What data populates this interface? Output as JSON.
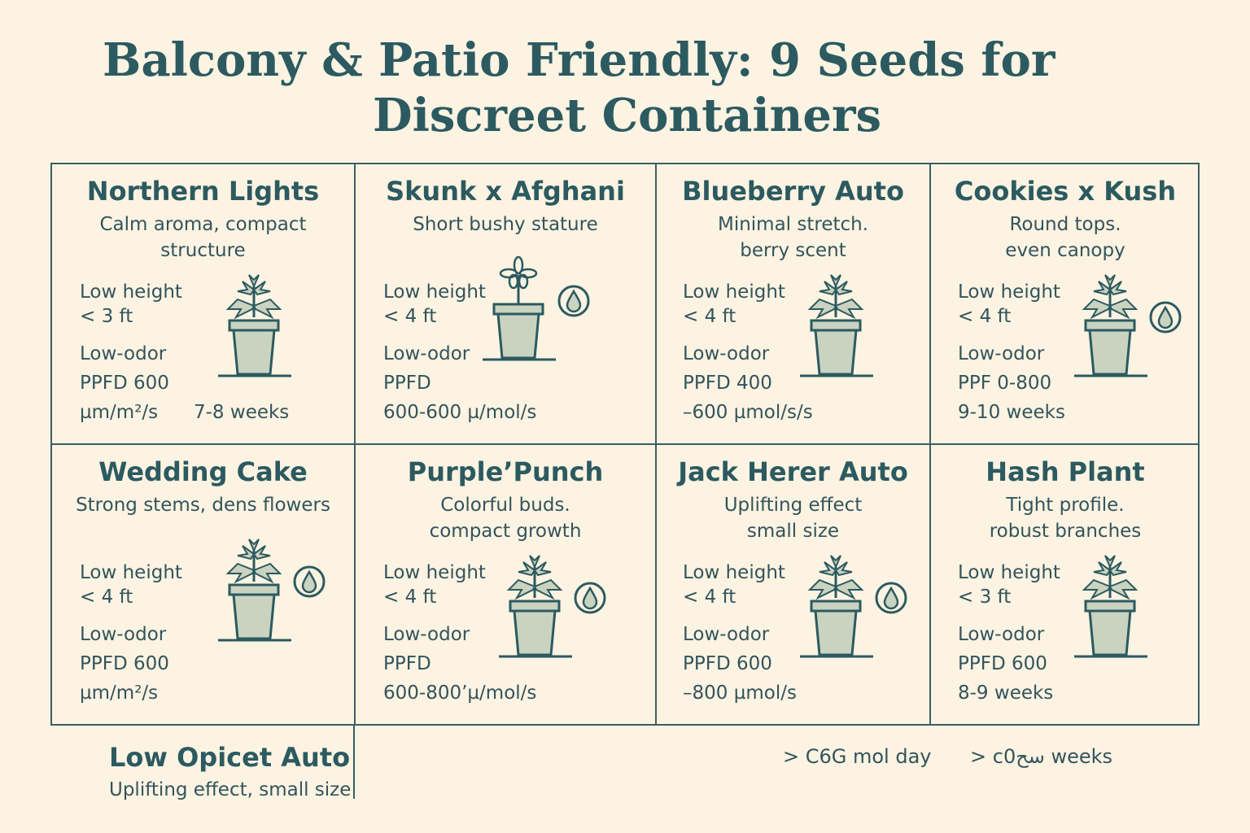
{
  "title": {
    "line1": "Balcony & Patio Friendly: 9 Seeds for",
    "line2": "Discreet Containers"
  },
  "cells": [
    {
      "name": "Northern Lights",
      "desc": [
        "Calm aroma, compact",
        "structure"
      ],
      "height_label": "Low height",
      "height_value": "< 3 ft",
      "odor_label": "Low-odor",
      "ppfd_line1": "PPFD 600",
      "ppfd_line2": "µm/m²/s",
      "weeks": "7-8 weeks",
      "icon": "cannabis-plant-pot-icon"
    },
    {
      "name": "Skunk x Afghani",
      "desc": [
        "Short bushy stature"
      ],
      "height_label": "Low height",
      "height_value": "< 4 ft",
      "odor_label": "Low-odor",
      "ppfd_line1": "PPFD",
      "ppfd_line2": "600-600 µ/mol/s",
      "weeks": "",
      "icon": "flower-pot-water-drop-icon"
    },
    {
      "name": "Blueberry Auto",
      "desc": [
        "Minimal stretch.",
        "berry scent"
      ],
      "height_label": "Low height",
      "height_value": "< 4 ft",
      "odor_label": "Low-odor",
      "ppfd_line1": "PPFD  400",
      "ppfd_line2": "–600 µmol/s/s",
      "weeks": "",
      "icon": "cannabis-plant-pot-icon"
    },
    {
      "name": "Cookies x Kush",
      "desc": [
        "Round tops.",
        "even canopy"
      ],
      "height_label": "Low height",
      "height_value": "< 4 ft",
      "odor_label": "Low-odor",
      "ppfd_line1": "PPF 0-800",
      "ppfd_line2": "9-10 weeks",
      "weeks": "",
      "icon": "plant-pot-water-drop-icon"
    },
    {
      "name": "Wedding Cake",
      "desc": [
        "Strong stems, dens flowers"
      ],
      "height_label": "Low height",
      "height_value": "< 4 ft",
      "odor_label": "Low-odor",
      "ppfd_line1": "PPFD 600",
      "ppfd_line2": "µm/m²/s",
      "weeks": "",
      "icon": "plant-pot-water-drop-icon"
    },
    {
      "name": "Purple’Punch",
      "desc": [
        "Colorful buds.",
        "compact growth"
      ],
      "height_label": "Low height",
      "height_value": "< 4 ft",
      "odor_label": "Low-odor",
      "ppfd_line1": "PPFD",
      "ppfd_line2": "600-800’µ/mol/s",
      "weeks": "",
      "icon": "plant-pot-water-drop-icon"
    },
    {
      "name": "Jack Herer Auto",
      "desc": [
        "Uplifting effect",
        "small size"
      ],
      "height_label": "Low height",
      "height_value": "< 4 ft",
      "odor_label": "Low-odor",
      "ppfd_line1": "PPFD  600",
      "ppfd_line2": "–800 µmol/s",
      "weeks": "",
      "icon": "plant-pot-water-drop-icon"
    },
    {
      "name": "Hash Plant",
      "desc": [
        "Tight profile.",
        "robust branches"
      ],
      "height_label": "Low height",
      "height_value": "< 3 ft",
      "odor_label": "Low-odor",
      "ppfd_line1": "PPFD  600",
      "ppfd_line2": "8-9 weeks",
      "weeks": "",
      "icon": "cannabis-plant-pot-icon"
    }
  ],
  "footer": {
    "name": "Low Opicet Auto",
    "desc": "Uplifting effect, small size",
    "stat1": "> C6G mol day",
    "stat2": "> cسح0 weeks"
  },
  "colors": {
    "background": "#fcf3e2",
    "ink": "#2c5a60",
    "pot_fill": "#c9d3c0"
  }
}
